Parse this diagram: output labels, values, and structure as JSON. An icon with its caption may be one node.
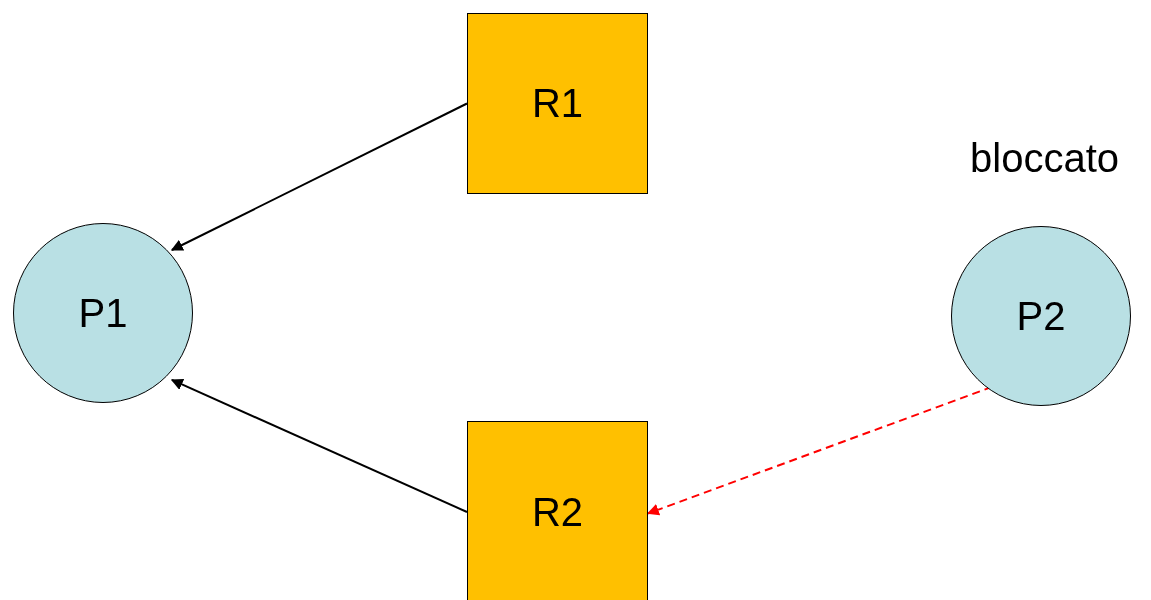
{
  "diagram": {
    "nodes": [
      {
        "text": [
          "R1"
        ]
      },
      {
        "text": [
          "P1"
        ]
      },
      {
        "text": [
          "P2"
        ],
        "beside": [
          "bloccato"
        ]
      },
      {
        "text": [
          "R2"
        ]
      }
    ],
    "edges": [
      {
        "from": 0,
        "to": 1,
        "arrow": "to"
      },
      {
        "from": 3,
        "to": 1,
        "arrow": "to"
      },
      {
        "from": 2,
        "to": 3,
        "arrow": "to",
        "style": "dashed",
        "color": "#ff0000"
      }
    ]
  }
}
